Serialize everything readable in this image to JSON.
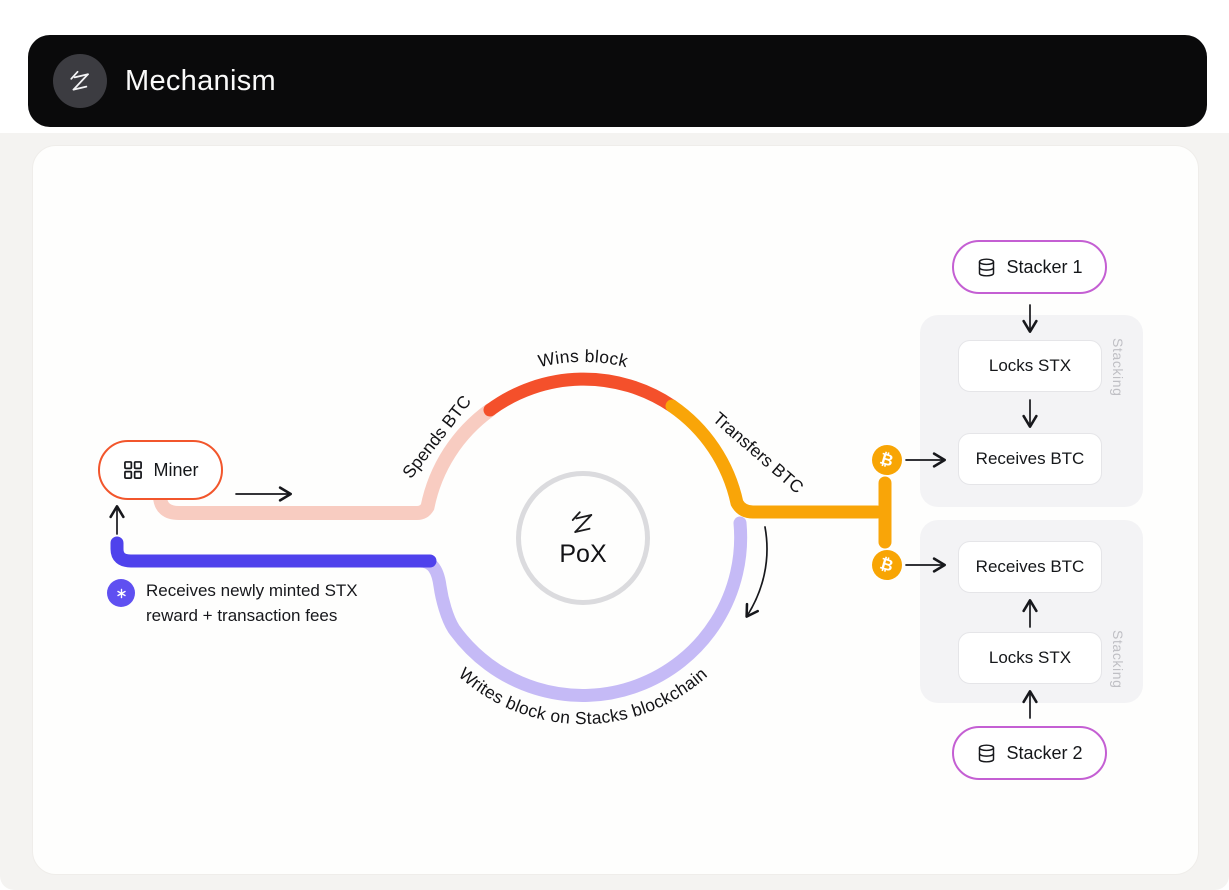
{
  "header": {
    "title": "Mechanism"
  },
  "diagram": {
    "miner": {
      "label": "Miner"
    },
    "center": {
      "label": "PoX"
    },
    "arcs": {
      "spends": "Spends BTC",
      "wins": "Wins block",
      "transfers": "Transfers BTC",
      "writes": "Writes block on Stacks blockchain"
    },
    "reward_note_line1": "Receives newly minted STX",
    "reward_note_line2": "reward + transaction fees",
    "btc_symbol": "₿",
    "stacker1": {
      "name": "Stacker 1",
      "step1": "Locks STX",
      "step2": "Receives BTC",
      "side_label": "Stacking"
    },
    "stacker2": {
      "name": "Stacker 2",
      "step1": "Receives BTC",
      "step2": "Locks STX",
      "side_label": "Stacking"
    }
  },
  "icons": {
    "header_logo": "stacks-logo-icon",
    "center_logo": "stacks-logo-icon",
    "miner": "grid-icon",
    "stacker": "database-icon",
    "reward": "stx-mint-asterisk-icon",
    "btc": "bitcoin-icon"
  },
  "colors": {
    "header_bg": "#0A0A0B",
    "spends_pink": "#F8CCC1",
    "wins_red": "#F4502B",
    "transfers_amber": "#F9A508",
    "writes_light_purple": "#C5BAF6",
    "reward_purple": "#4F42EC",
    "miner_border_orange": "#F2562C",
    "stacker_border_magenta": "#C45FD3",
    "panel_gray": "#F3F3F5"
  }
}
